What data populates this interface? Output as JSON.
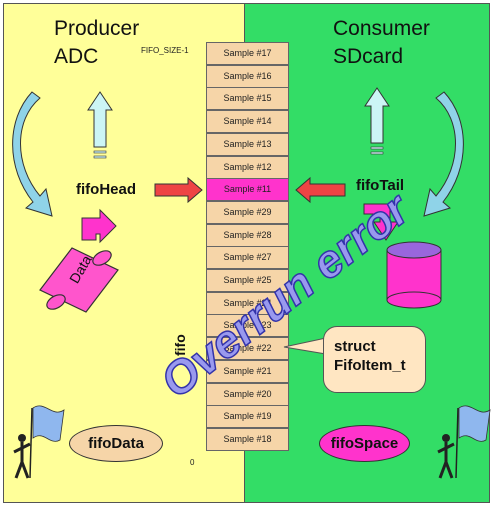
{
  "producer": {
    "title_line1": "Producer",
    "title_line2": "ADC"
  },
  "consumer": {
    "title_line1": "Consumer",
    "title_line2": "SDcard"
  },
  "fifo": {
    "top_label": "FIFO_SIZE-1",
    "bottom_label": "0",
    "slots": [
      "Sample #17",
      "Sample #16",
      "Sample #15",
      "Sample #14",
      "Sample #13",
      "Sample #12",
      "Sample #11",
      "Sample #29",
      "Sample #28",
      "Sample #27",
      "Sample #25",
      "Sample #24",
      "Sample #23",
      "Sample #22",
      "Sample #21",
      "Sample #20",
      "Sample #19",
      "Sample #18"
    ],
    "highlight_index": 6
  },
  "labels": {
    "fifo_head": "fifoHead",
    "fifo_tail": "fifoTail",
    "data_scroll": "Data",
    "fifo_data": "fifoData",
    "fifo_space": "fifoSpace",
    "struct_line1": "struct",
    "struct_line2": "FifoItem_t",
    "vertical_text": "fifo",
    "overrun": "Overrun error"
  },
  "colors": {
    "producer_bg": "#ffff99",
    "consumer_bg": "#33dd66",
    "slot_fill": "#f6d5a8",
    "highlight": "#ff33cc",
    "head_tail_arrow": "#ee4444",
    "fifo_data_bubble": "#f6d5a8",
    "fifo_space_bubble": "#ff33cc"
  },
  "icons": [
    "circular-arrow-icon",
    "up-arrow-icon",
    "bent-arrow-icon",
    "down-bent-arrow-icon",
    "scroll-icon",
    "database-icon",
    "flag-figure-icon"
  ]
}
